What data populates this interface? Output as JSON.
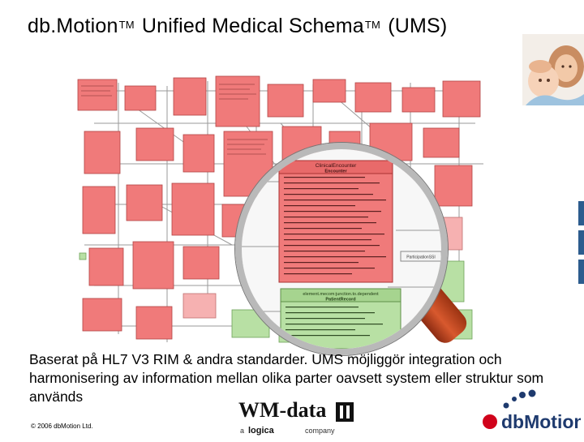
{
  "slide": {
    "title_main": "db.Motion",
    "title_tm1": "TM",
    "title_mid": " Unified Medical Schema",
    "title_tm2": "TM",
    "title_end": " (UMS)",
    "body_text": "Baserat på HL7 V3 RIM & andra standarder. UMS möjliggör integration och harmonisering av information mellan olika parter oavsett system eller struktur som används",
    "copyright": "© 2006 dbMotion Ltd.",
    "lens_header": "ClinicalEncounter",
    "lens_header_sub": "Encounter",
    "lens_box_label": "ParticipationSSI",
    "lens_green_header": "element.mecom:junction.to.dependent",
    "lens_green_sub": "PatientRecord",
    "wm_logo_text": "WM-data",
    "wm_logo_sub_a": "a",
    "wm_logo_sub_brand": "logica",
    "wm_logo_sub_company": "company",
    "dbm_logo_text": "dbMotion"
  },
  "colors": {
    "uml_red": "#f07a7a",
    "uml_red_light": "#f6b1b1",
    "uml_green": "#9fd08a",
    "uml_line": "#8a8a8a",
    "side_tab_blue": "#2c5c8e",
    "dbm_red": "#d0021b",
    "dbm_navy": "#1e3a6e"
  }
}
